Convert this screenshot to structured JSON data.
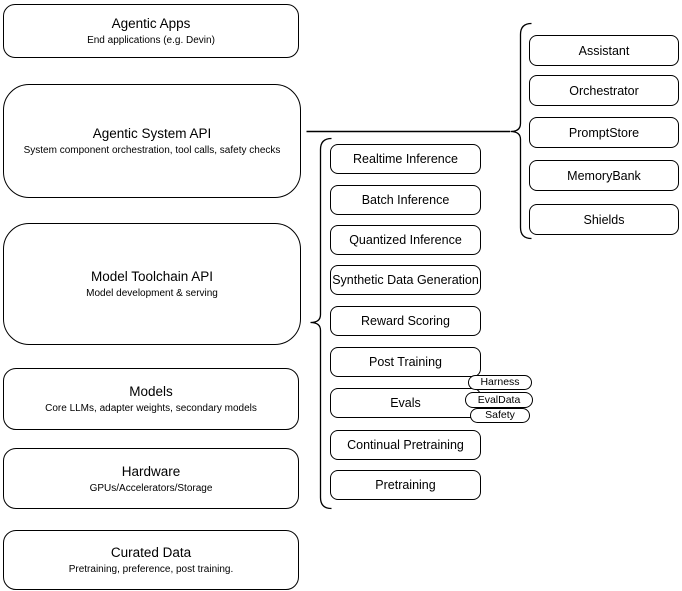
{
  "diagram": {
    "title": "Agentic stack architecture diagram",
    "colors": {
      "stroke": "#000000",
      "background": "#ffffff",
      "text": "#000000"
    },
    "left_column": {
      "items": [
        {
          "title": "Agentic Apps",
          "subtitle": "End applications (e.g. Devin)"
        },
        {
          "title": "Agentic System API",
          "subtitle": "System component orchestration, tool calls, safety checks"
        },
        {
          "title": "Model Toolchain API",
          "subtitle": "Model development & serving"
        },
        {
          "title": "Models",
          "subtitle": "Core LLMs, adapter weights, secondary models"
        },
        {
          "title": "Hardware",
          "subtitle": "GPUs/Accelerators/Storage"
        },
        {
          "title": "Curated Data",
          "subtitle": "Pretraining, preference, post training."
        }
      ]
    },
    "toolchain_components": {
      "items": [
        {
          "label": "Realtime Inference"
        },
        {
          "label": "Batch Inference"
        },
        {
          "label": "Quantized Inference"
        },
        {
          "label": "Synthetic Data Generation"
        },
        {
          "label": "Reward Scoring"
        },
        {
          "label": "Post Training"
        },
        {
          "label": "Evals"
        },
        {
          "label": "Continual Pretraining"
        },
        {
          "label": "Pretraining"
        }
      ]
    },
    "system_components": {
      "items": [
        {
          "label": "Assistant"
        },
        {
          "label": "Orchestrator"
        },
        {
          "label": "PromptStore"
        },
        {
          "label": "MemoryBank"
        },
        {
          "label": "Shields"
        }
      ]
    },
    "evals_tags": {
      "items": [
        {
          "label": "Harness"
        },
        {
          "label": "EvalData"
        },
        {
          "label": "Safety"
        }
      ]
    }
  }
}
